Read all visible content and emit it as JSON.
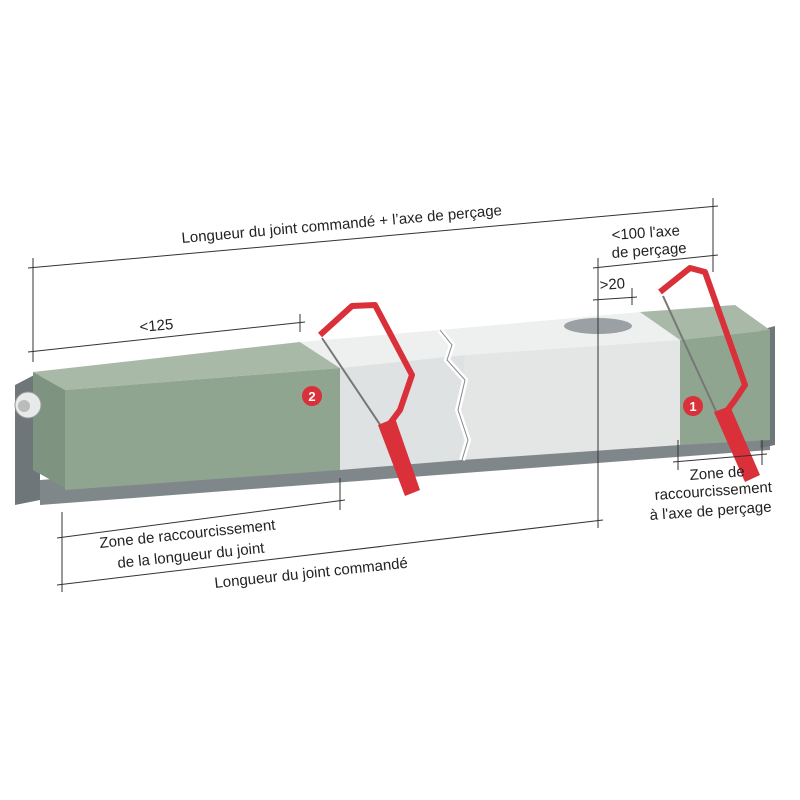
{
  "dimensions": {
    "total_length": "Longueur du joint commandé + l’axe de perçage",
    "left_max": "<125",
    "hole_min": ">20",
    "axis_max_line1": "<100 l'axe",
    "axis_max_line2": "de perçage",
    "ordered_length": "Longueur du joint commandé"
  },
  "zones": {
    "left_line1": "Zone de raccourcissement",
    "left_line2": "de la longueur du joint",
    "right_line1": "Zone de",
    "right_line2": "raccourcissement",
    "right_line3": "à l'axe de perçage"
  },
  "markers": {
    "one": "1",
    "two": "2"
  },
  "colors": {
    "green": "#8fa58f",
    "white": "#e4e6e6",
    "red": "#d9303a",
    "channel": "#7c8286"
  }
}
